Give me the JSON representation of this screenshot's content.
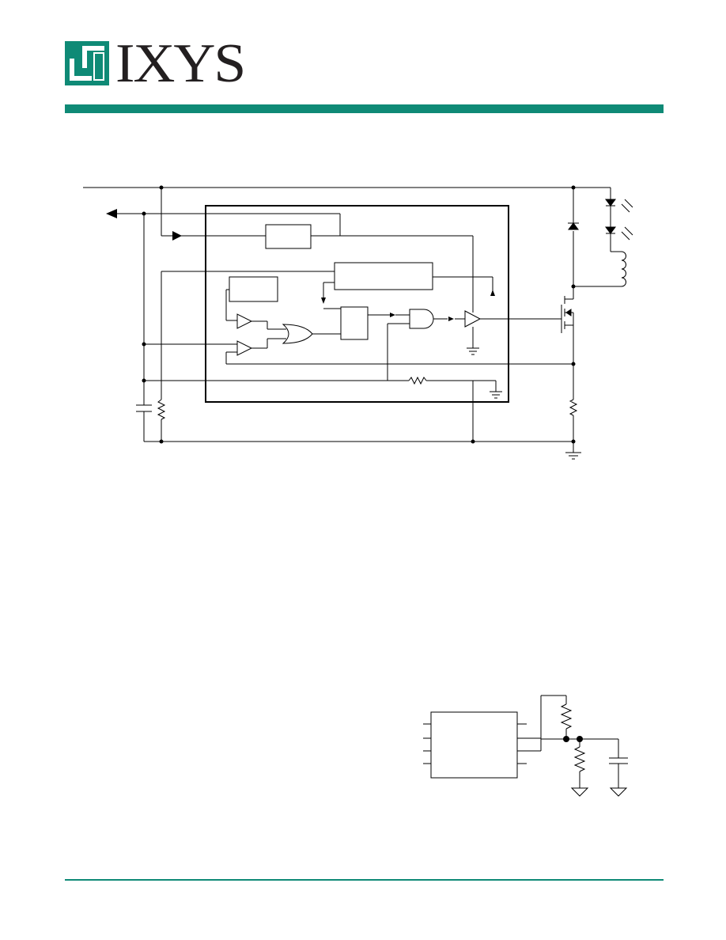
{
  "header": {
    "logo_text": "IXYS",
    "brand_color": "#0f8a76",
    "text_color": "#231f20",
    "logo_icon": "ixys-logo-icon"
  },
  "diagrams": [
    {
      "name": "application-circuit",
      "description_icon": "block-diagram"
    },
    {
      "name": "feedback-divider-circuit",
      "description_icon": "ic-package"
    }
  ]
}
